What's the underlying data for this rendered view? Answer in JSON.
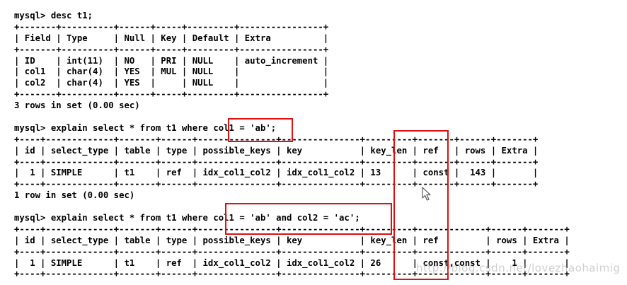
{
  "terminal": {
    "lines": [
      "mysql> desc t1;",
      "+-------+----------+------+-----+---------+----------------+",
      "| Field | Type     | Null | Key | Default | Extra          |",
      "+-------+----------+------+-----+---------+----------------+",
      "| ID    | int(11)  | NO   | PRI | NULL    | auto_increment |",
      "| col1  | char(4)  | YES  | MUL | NULL    |                |",
      "| col2  | char(4)  | YES  |     | NULL    |                |",
      "+-------+----------+------+-----+---------+----------------+",
      "3 rows in set (0.00 sec)",
      "",
      "mysql> explain select * from t1 where col1 = 'ab';",
      "+----+-------------+-------+------+---------------+---------------+---------+-------+------+-------+",
      "| id | select_type | table | type | possible_keys | key           | key_len | ref   | rows | Extra |",
      "+----+-------------+-------+------+---------------+---------------+---------+-------+------+-------+",
      "|  1 | SIMPLE      | t1    | ref  | idx_col1_col2 | idx_col1_col2 | 13      | const |  143 |       |",
      "+----+-------------+-------+------+---------------+---------------+---------+-------+------+-------+",
      "1 row in set (0.00 sec)",
      "",
      "mysql> explain select * from t1 where col1 = 'ab' and col2 = 'ac';",
      "+----+-------------+-------+------+---------------+---------------+---------+-------------+------+-------+",
      "| id | select_type | table | type | possible_keys | key           | key_len | ref         | rows | Extra |",
      "+----+-------------+-------+------+---------------+---------------+---------+-------------+------+-------+",
      "|  1 | SIMPLE      | t1    | ref  | idx_col1_col2 | idx_col1_col2 | 26      | const,const |    1 |       |",
      "+----+-------------+-------+------+---------------+---------------+---------+-------------+------+-------+"
    ]
  },
  "watermark": "http://blog.csdn.net/lovezhaohaimig",
  "colors": {
    "background": "#ffffff",
    "text": "#000000",
    "highlight_border": "#e01010"
  }
}
